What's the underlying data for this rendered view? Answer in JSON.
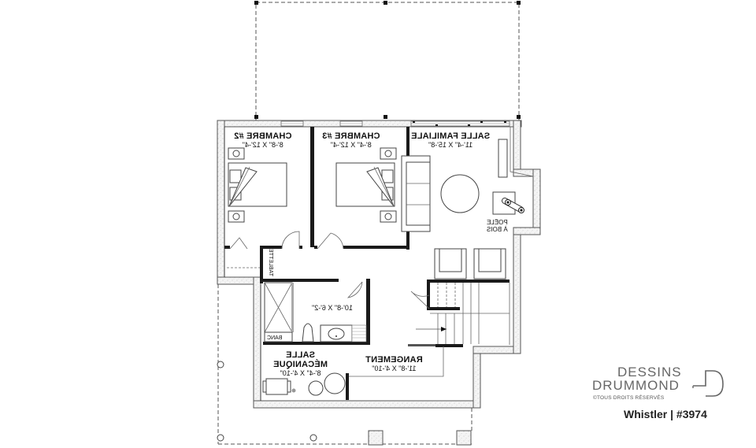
{
  "plan": {
    "orientation": "mirrored",
    "rooms": [
      {
        "id": "chambre2",
        "name": "CHAMBRE #2",
        "dims": "8'-8\" X 12'-4\""
      },
      {
        "id": "chambre3",
        "name": "CHAMBRE #3",
        "dims": "8'-4\" X 12'-4\""
      },
      {
        "id": "salle_familiale",
        "name": "SALLE FAMILIALE",
        "dims": "11'-4\" X 15'-8\""
      },
      {
        "id": "salle_bain",
        "name": "",
        "dims": "10'-8\" X 6'-2\""
      },
      {
        "id": "salle_mecanique",
        "name_line1": "SALLE",
        "name_line2": "MÉCANIQUE",
        "dims": "8'-4\" X 4'-10\""
      },
      {
        "id": "rangement",
        "name": "RANGEMENT",
        "dims": "11'-8\" X 4'-10\""
      }
    ],
    "labels": {
      "poele_line1": "POÊLE",
      "poele_line2": "À BOIS",
      "banc": "BANC",
      "tablette": "TABLETTE"
    }
  },
  "brand": {
    "line1": "DESSINS",
    "line2": "DRUMMOND",
    "copyright": "©TOUS DROITS RÉSERVÉS",
    "model": "Whistler | #3974"
  }
}
